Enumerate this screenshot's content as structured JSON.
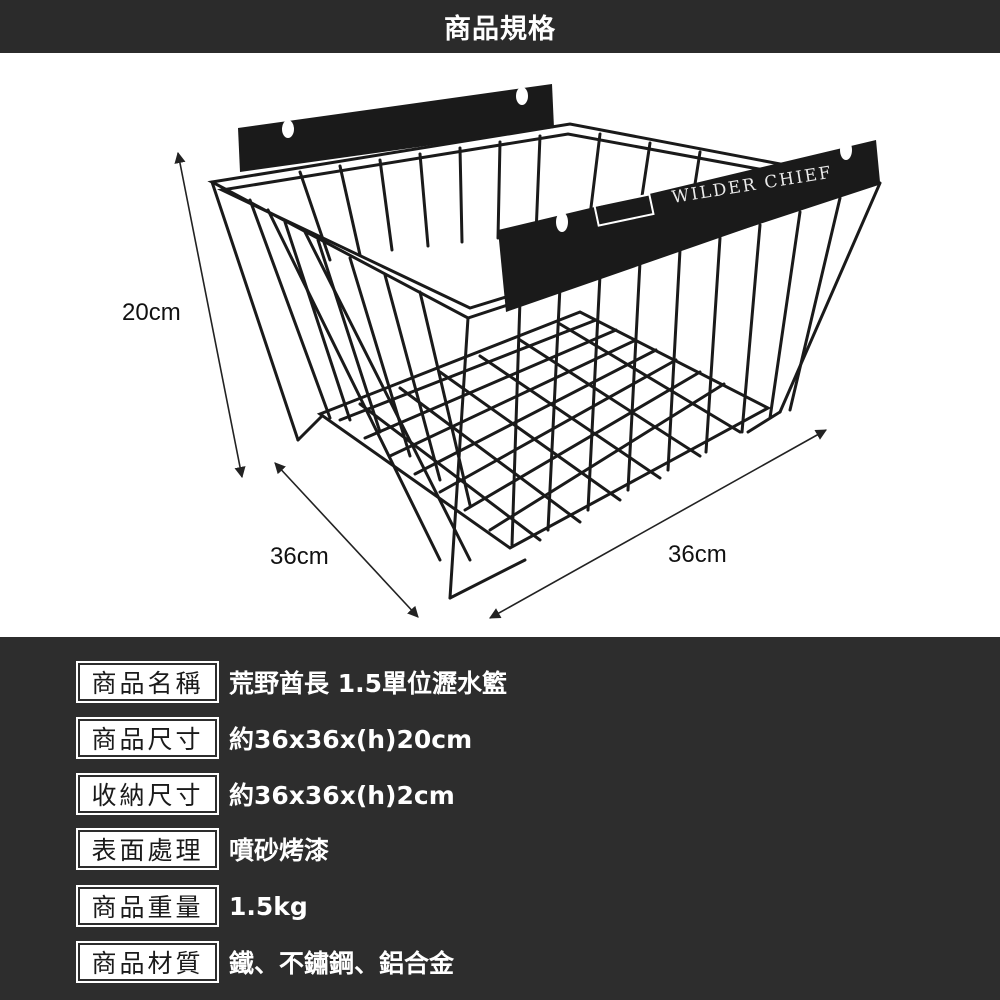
{
  "header": {
    "title": "商品規格"
  },
  "dimensions": {
    "height": "20cm",
    "depth": "36cm",
    "width": "36cm"
  },
  "brand_plate": {
    "text": "WILDER CHIEF"
  },
  "specs": [
    {
      "label": "商品名稱",
      "value": "荒野酋長 1.5單位瀝水籃"
    },
    {
      "label": "商品尺寸",
      "value": "約36x36x(h)20cm"
    },
    {
      "label": "收納尺寸",
      "value": "約36x36x(h)2cm"
    },
    {
      "label": "表面處理",
      "value": "噴砂烤漆"
    },
    {
      "label": "商品重量",
      "value": "1.5kg"
    },
    {
      "label": "商品材質",
      "value": "鐵、不鏽鋼、鋁合金"
    }
  ]
}
